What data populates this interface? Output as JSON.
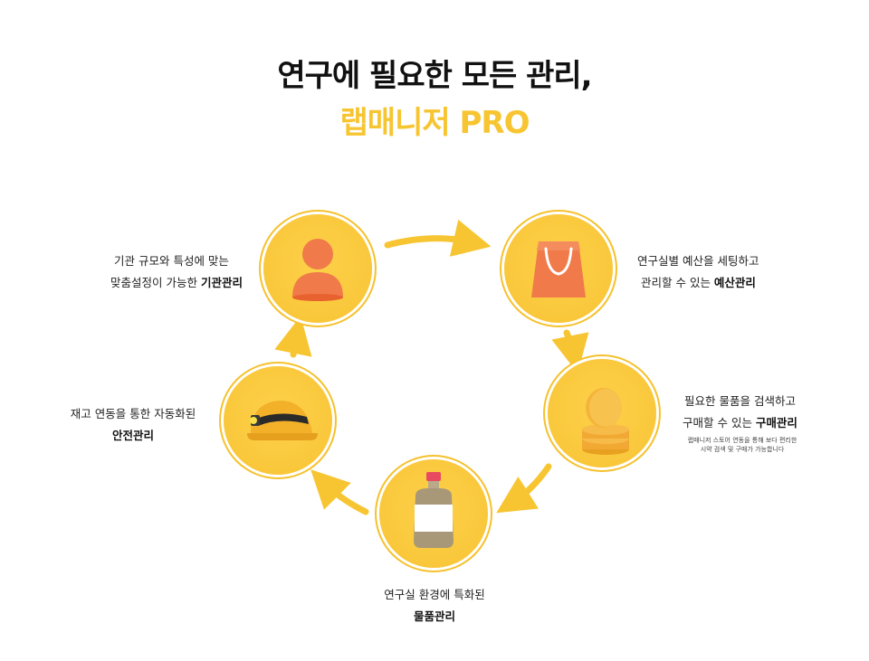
{
  "headline": {
    "line1": "연구에 필요한 모든 관리,",
    "line2": "랩매니저 PRO"
  },
  "colors": {
    "accent": "#f8c334",
    "arrow": "#f7c531",
    "icon_orange": "#f07a4a"
  },
  "features": {
    "institution": {
      "icon": "person-icon",
      "line1": "기관 규모와 특성에 맞는",
      "line2_prefix": "맞춤설정이 가능한 ",
      "line2_bold": "기관관리"
    },
    "budget": {
      "icon": "shopping-bag-icon",
      "line1": "연구실별 예산을 세팅하고",
      "line2_prefix": "관리할 수 있는 ",
      "line2_bold": "예산관리"
    },
    "purchase": {
      "icon": "coin-stack-icon",
      "line1": "필요한 물품을 검색하고",
      "line2_prefix": "구매할 수 있는 ",
      "line2_bold": "구매관리",
      "note_line1": "랩매니저 스토어 연동을 통해 보다 편리한",
      "note_line2": "시약 검색 및 구매가 가능합니다"
    },
    "inventory": {
      "icon": "reagent-bottle-icon",
      "line1": "연구실 환경에 특화된",
      "line2_bold": "물품관리"
    },
    "safety": {
      "icon": "safety-helmet-icon",
      "line1": "재고 연동을 통한 자동화된",
      "line2_bold": "안전관리"
    }
  }
}
